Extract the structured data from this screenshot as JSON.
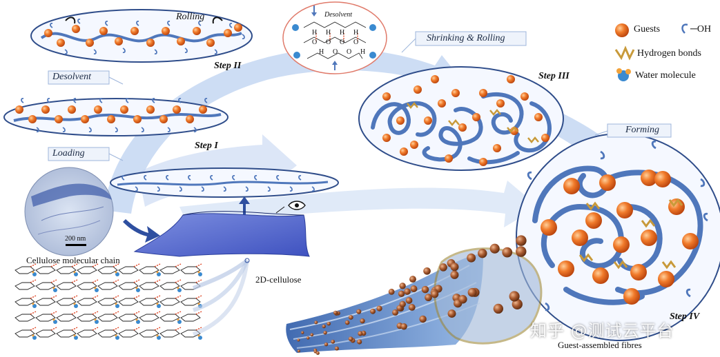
{
  "labels": {
    "rolling": "Rolling",
    "step2": "Step II",
    "desolvent_tag": "Desolvent",
    "step1": "Step I",
    "loading_tag": "Loading",
    "desolvent_inset": "Desolvent",
    "shrinking_rolling": "Shrinking & Rolling",
    "step3": "Step III",
    "forming": "Forming",
    "step4": "Step IV",
    "scale_bar": "200 nm",
    "cellulose_chain": "Cellulose molecular chain",
    "cellulose_2d": "2D-cellulose",
    "fibres": "Guest-assembled fibres"
  },
  "legend": {
    "guests": "Guests",
    "oh": "─OH",
    "hbond": "Hydrogen bonds",
    "water": "Water molecule"
  },
  "inset_atoms": [
    "H",
    "O",
    "H",
    "O",
    "H",
    "O",
    "H",
    "O",
    "H",
    "O",
    "O",
    "H"
  ],
  "watermark": "知乎 @测试云平台",
  "colors": {
    "guest": "#e8641c",
    "chain": "#5b7fc0",
    "hbond": "#c89a3a",
    "arrow": "#a9c3ea",
    "ellipse_stroke": "#2f4d8a"
  }
}
